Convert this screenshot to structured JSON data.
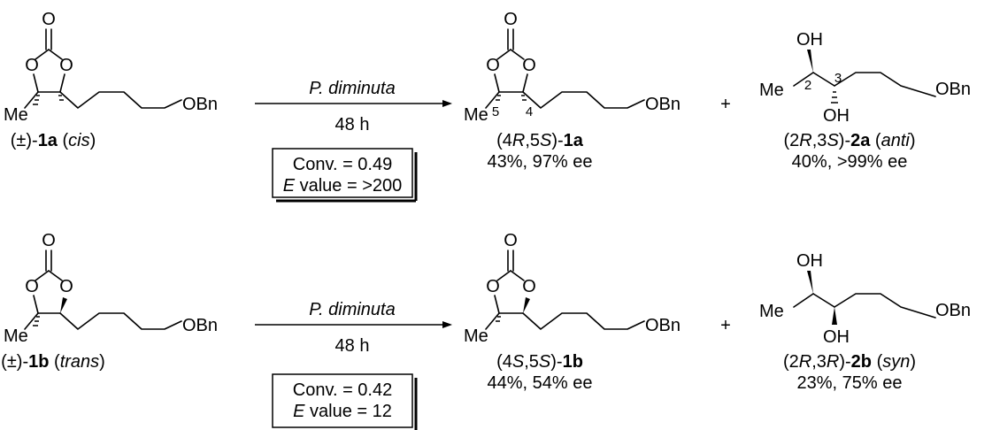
{
  "atoms": {
    "o": "O",
    "me": "Me",
    "obn": "OBn",
    "oh": "OH",
    "plus": "+"
  },
  "row1": {
    "sm_prefix": "(±)-",
    "sm_code": "1a",
    "sm_paren_open": " (",
    "sm_desc": "cis",
    "sm_paren_close": ")",
    "catalyst": "P. diminuta",
    "time": "48 h",
    "conv": "Conv. = 0.49",
    "e_label": "E",
    "e_value": " value = >200",
    "locants": {
      "c5": "5",
      "c4": "4",
      "c2": "2",
      "c3": "3"
    },
    "p1_open": "(4",
    "p1_d1": "R",
    "p1_mid": ",5",
    "p1_d2": "S",
    "p1_close": ")-",
    "p1_code": "1a",
    "p1_yield": "43%, 97% ee",
    "p2_open": "(2",
    "p2_d1": "R",
    "p2_mid": ",3",
    "p2_d2": "S",
    "p2_close": ")-",
    "p2_code": "2a",
    "p2_paren_open": " (",
    "p2_desc": "anti",
    "p2_paren_close": ")",
    "p2_yield": "40%, >99% ee"
  },
  "row2": {
    "sm_prefix": "(±)-",
    "sm_code": "1b",
    "sm_paren_open": " (",
    "sm_desc": "trans",
    "sm_paren_close": ")",
    "catalyst": "P. diminuta",
    "time": "48 h",
    "conv": "Conv. = 0.42",
    "e_label": "E",
    "e_value": " value = 12",
    "p1_open": "(4",
    "p1_d1": "S",
    "p1_mid": ",5",
    "p1_d2": "S",
    "p1_close": ")-",
    "p1_code": "1b",
    "p1_yield": "44%, 54% ee",
    "p2_open": "(2",
    "p2_d1": "R",
    "p2_mid": ",3",
    "p2_d2": "R",
    "p2_close": ")-",
    "p2_code": "2b",
    "p2_paren_open": " (",
    "p2_desc": "syn",
    "p2_paren_close": ")",
    "p2_yield": "23%, 75% ee"
  }
}
